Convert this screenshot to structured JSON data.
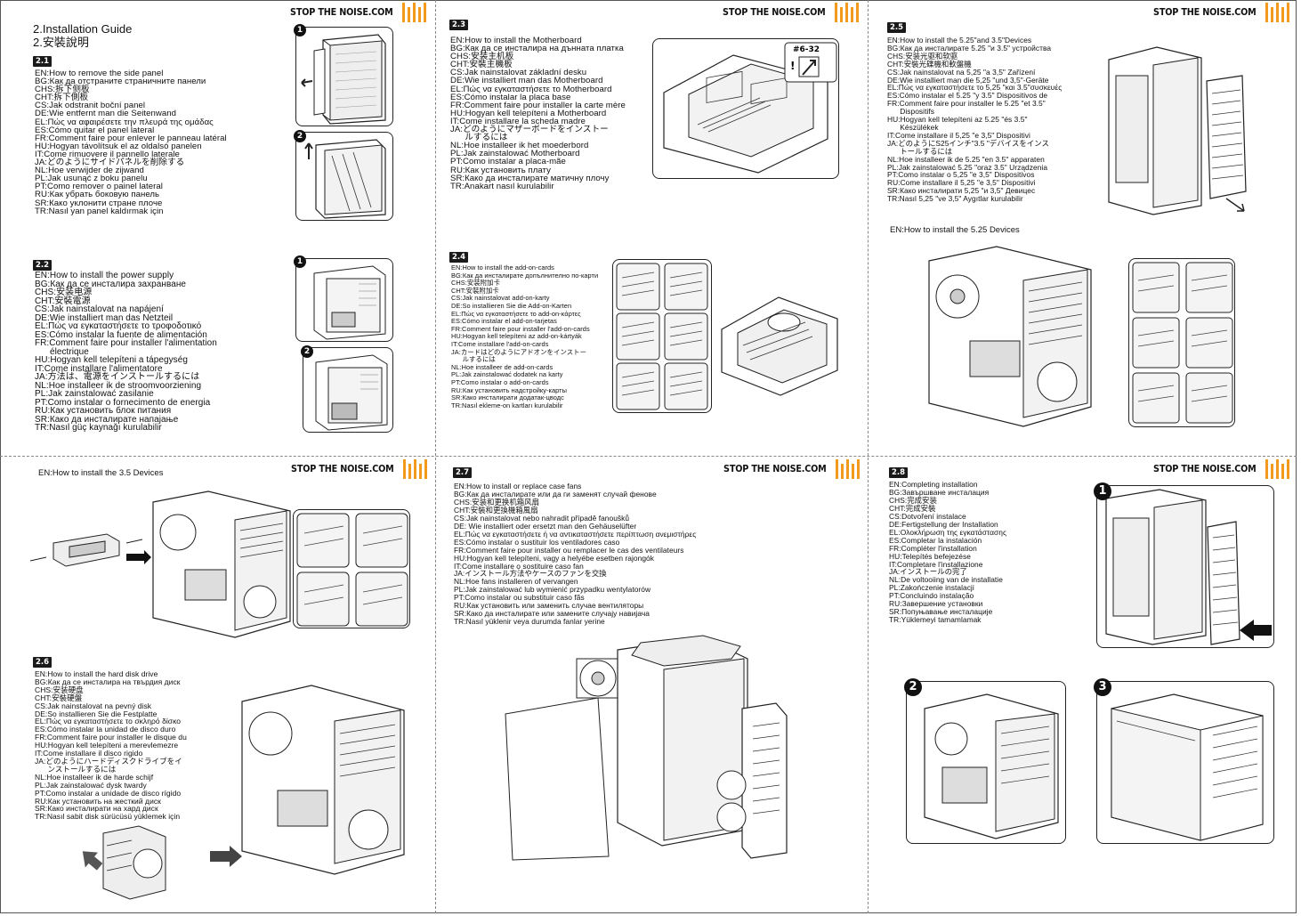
{
  "logo_text": "STOP THE NOISE.COM",
  "accent_color": "#f39a1c",
  "panel1": {
    "title_en": "2.Installation Guide",
    "title_zh": "2.安裝說明",
    "badge": "2.1",
    "lines": [
      "EN:How to remove the side panel",
      "BG:Как да отстраните страничните панели",
      "CHS:拆下侧板",
      "CHT:拆下側板",
      "CS:Jak odstranit boční panel",
      "DE:Wie entfernt man die Seitenwand",
      "EL:Πώς να αφαιρέσετε την πλευρά της ομάδας",
      "ES:Cómo quitar el panel lateral",
      "FR:Comment faire pour enlever le panneau latéral",
      "HU:Hogyan távolítsuk el az oldalsó panelen",
      "IT:Come rimuovere il pannello laterale",
      "JA:どのようにサイドパネルを削除する",
      "NL:Hoe verwijder de zijwand",
      "PL:Jak usunąć z boku panelu",
      "PT:Como remover o painel lateral",
      "RU:Как убрать боковую панель",
      "SR:Како уклонити стране плоче",
      "TR:Nasıl yan panel kaldırmak için"
    ]
  },
  "panel2": {
    "badge": "2.2",
    "lines": [
      "EN:How to install the power supply",
      "BG:Как да се инсталира захранване",
      "CHS:安装电源",
      "CHT:安裝電源",
      "CS:Jak nainstalovat na napájení",
      "DE:Wie installiert man das Netzteil",
      "EL:Πώς να εγκαταστήσετε το τροφοδοτικό",
      "ES:Cómo instalar la fuente de alimentación",
      "FR:Comment faire pour installer l'alimentation",
      "      électrique",
      "HU:Hogyan kell telepíteni a tápegység",
      "IT:Come installare l'alimentatore",
      "JA:方法は、電源をインストールするには",
      "NL:Hoe installeer ik de stroomvoorziening",
      "PL:Jak zainstalować zasilanie",
      "PT:Como instalar o fornecimento de energia",
      "RU:Как установить блок питания",
      "SR:Како да инсталирате напајање",
      "TR:Nasıl güç kaynağı kurulabilir"
    ]
  },
  "panel3": {
    "badge": "2.3",
    "screw_label": "#6-32",
    "lines": [
      "EN:How to install the Motherboard",
      "BG:Как да се инсталира на дънната платка",
      "CHS:安装主机板",
      "CHT:安裝主機板",
      "CS:Jak nainstalovat základní desku",
      "DE:Wie installiert man das Motherboard",
      "EL:Πώς να εγκαταστήσετε το Motherboard",
      "ES:Cómo instalar la placa base",
      "FR:Comment faire pour installer la carte mère",
      "HU:Hogyan kell telepíteni a Motherboard",
      "IT:Come installare la scheda madre",
      "JA:どのようにマザーボードをインストー",
      "      ルするには",
      "NL:Hoe installeer ik het moederbord",
      "PL:Jak zainstalować Motherboard",
      "PT:Como instalar a placa-mãe",
      "RU:Как установить плату",
      "SR:Како да инсталирате матичну плочу",
      "TR:Anakart nasıl kurulabilir"
    ]
  },
  "panel4": {
    "badge": "2.4",
    "lines": [
      "EN:How to install the add-on-cards",
      "BG:Как да инсталирате допълнително по-карти",
      "CHS:安装附加卡",
      "CHT:安裝附加卡",
      "CS:Jak nainstalovat add-on-karty",
      "DE:So installieren Sie die Add-on-Karten",
      "EL:Πώς να εγκαταστήσετε το add-on-κάρτες",
      "ES:Cómo instalar el add-on-tarjetas",
      "FR:Comment faire pour installer l'add-on-cards",
      "HU:Hogyan kell telepíteni az add-on-kártyák",
      "IT:Come installare l'add-on-cards",
      "JA:カードはどのようにアドオンをインストー",
      "      ルするには",
      "NL:Hoe installeer de add-on-cards",
      "PL:Jak zainstalować dodatek na karty",
      "PT:Como instalar o add-on-cards",
      "RU:Как установить надстройку-карты",
      "SR:Како инсталирати додатак-цводс",
      "TR:Nasıl ekleme-on kartları kurulabilir"
    ]
  },
  "panel5": {
    "badge": "2.5",
    "heading_525": "EN:How to install the 5.25 Devices",
    "lines": [
      "EN:How to install the 5.25\"and 3.5\"Devices",
      "BG:Как да инсталирате 5.25 \"и 3.5\" устройства",
      "CHS:安装光驱和软驱",
      "CHT:安裝光碟機和軟盤機",
      "CS:Jak nainstalovat na 5,25 \"a 3,5\" Zařízení",
      "DE:Wie installiert man die 5,25 \"und 3,5\"-Geräte",
      "EL:Πώς να εγκαταστήσετε το 5,25 \"και 3.5\"συσκευές",
      "ES:Cómo instalar el 5.25 \"y 3.5\" Dispositivos de",
      "FR:Comment faire pour installer le 5.25 \"et 3.5\"",
      "      Dispositifs",
      "HU:Hogyan kell telepíteni az 5.25 \"és 3.5\"",
      "      Készülékek",
      "IT:Come installare il 5,25 \"e 3,5\" Dispositivi",
      "JA:どのようにS25インチ\"3.5 \"デバイスをインス",
      "      トールするには",
      "NL:Hoe installeer ik de 5.25 \"en 3.5\" apparaten",
      "PL:Jak zainstalować 5.25 \"oraz 3.5\" Urządzenia",
      "PT:Como instalar o 5,25 \"e 3,5\" Dispositivos",
      "RU:Come installare il 5,25 \"e 3,5\" Dispositivi",
      "SR:Како инсталирати 5,25 \"и 3,5\" Девицес",
      "TR:Nasıl 5,25 \"ve 3,5\" Aygıtlar kurulabilir"
    ]
  },
  "panel6": {
    "heading_35": "EN:How to install the  3.5 Devices",
    "badge": "2.6",
    "lines": [
      "EN:How to install the hard disk drive",
      "BG:Как да се инсталира на твърдия диск",
      "CHS:安装硬盘",
      "CHT:安裝硬盤",
      "CS:Jak nainstalovat na pevný disk",
      "DE:So installieren Sie die Festplatte",
      "EL:Πώς να εγκαταστήσετε το σκληρό δίσκο",
      "ES:Cómo instalar la unidad de disco duro",
      "FR:Comment faire pour installer le disque du",
      "HU:Hogyan kell telepíteni a merevlemezre",
      "IT:Come installare il disco rigido",
      "JA:どのようにハードディスクドライブをイ",
      "      ンストールするには",
      "NL:Hoe installeer ik de harde schijf",
      "PL:Jak zainstalować dysk twardy",
      "PT:Como instalar a unidade de disco rígido",
      "RU:Как установить на жесткий диск",
      "SR:Како инсталирати на хард диск",
      "TR:Nasıl sabit disk sürücüsü yüklemek için"
    ]
  },
  "panel7": {
    "badge": "2.7",
    "lines": [
      "EN:How to install or replace case fans",
      "BG:Как да инсталирате или да ги заменят случай фенове",
      "CHS:安装和更换机箱风扇",
      "CHT:安裝和更換機箱風扇",
      "CS:Jak nainstalovat nebo nahradit případě fanoušků",
      "DE: Wie installiert oder ersetzt man den Gehäuselüfter",
      "EL:Πώς να εγκαταστήσετε ή να αντικαταστήσετε περίπτωση ανεμιστήρες",
      "ES:Cómo instalar o sustituir los ventiladores caso",
      "FR:Comment faire pour installer ou remplacer le cas des ventilateurs",
      "HU:Hogyan kell telepíteni, vagy a helyébe esetben rajongók",
      "IT:Come installare o sostituire caso fan",
      "JA:インストール方法やケースのファンを交換",
      "NL:Hoe fans installeren of vervangen",
      "PL:Jak zainstalować lub wymienić przypadku wentylatorów",
      "PT:Como instalar ou substituir caso fãs",
      "RU:Как установить или заменить случае вентиляторы",
      "SR:Како да инсталирате или замените случају навијача",
      "TR:Nasıl yüklenir veya durumda fanlar yerine"
    ]
  },
  "panel8": {
    "badge": "2.8",
    "lines": [
      "EN:Completing installation",
      "BG:Завършване инсталация",
      "CHS:完成安装",
      "CHT:完成安裝",
      "CS:Dotvoření instalace",
      "DE:Fertigstellung der Installation",
      "EL:Ολοκλήρωση της εγκατάστασης",
      "ES:Completar la instalación",
      "FR:Compléter l'installation",
      "HU:Telepítés befejezése",
      "IT:Completare l'installazione",
      "JA:インストールの完了",
      "NL:De voltooiing van de installatie",
      "PL:Zakończenie instalacji",
      "PT:Concluindo instalação",
      "RU:Завершение установки",
      "SR:Попуњавање инсталације",
      "TR:Yüklemeyi tamamlamak"
    ]
  },
  "step_numbers": [
    "1",
    "2",
    "3"
  ]
}
